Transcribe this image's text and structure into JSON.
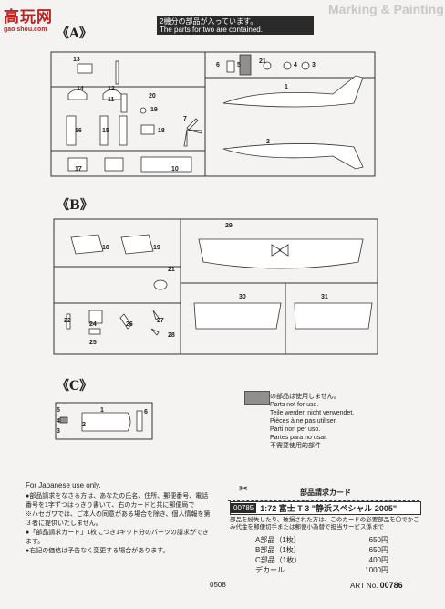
{
  "watermark": {
    "brand": "高玩网",
    "url": "gao.shou.com"
  },
  "header": {
    "notice_jp": "2機分の部品が入っています。",
    "notice_en": "The parts for two are contained.",
    "bg_title": "Marking & Painting"
  },
  "sections": {
    "a": {
      "label": "《A》",
      "parts": [
        "13",
        "14",
        "12",
        "11",
        "20",
        "19",
        "16",
        "15",
        "18",
        "17",
        "10",
        "7",
        "6",
        "5",
        "21",
        "4",
        "3",
        "1",
        "2"
      ]
    },
    "b": {
      "label": "《B》",
      "parts": [
        "18",
        "19",
        "21",
        "22",
        "24",
        "25",
        "26",
        "27",
        "28",
        "29",
        "30",
        "31"
      ]
    },
    "c": {
      "label": "《C》",
      "parts": [
        "5",
        "4",
        "3",
        "2",
        "1",
        "6"
      ]
    }
  },
  "not_used": {
    "jp": "の部品は使用しません。",
    "en": "Parts not for use.",
    "de": "Teile werden nicht verwendet.",
    "fr": "Pièces à ne pas utiliser.",
    "it": "Parti non per uso.",
    "es": "Partes para no usar.",
    "cn": "不需要使用的部件"
  },
  "notes": {
    "title": "For Japanese use only.",
    "items": [
      "●部品請求をなさる方は、あなたの氏名、住所、郵便番号、電話番号を1字ずつはっきり書いて、右のカードと共に郵便局で",
      "※ハセガワでは、ご本人の同意がある場合を除き、個人情報を第３者に提供いたしません。",
      "●「部品請求カード」1枚につき1キット分のパーツの請求ができます。",
      "●右記の価格は予告なく変更する場合があります。"
    ]
  },
  "order_card": {
    "title": "部品請求カード",
    "kit_number": "00785",
    "kit_name": "1:72 富士 T-3 \"静浜スペシャル 2005\"",
    "desc": "部品を紛失したり、破損された方は、このカードの必要部品を〇でかこみ代金を郵便切手または郵便小為替で担当サービス係まで",
    "rows": [
      {
        "label": "A部品（1枚）",
        "price": "650円"
      },
      {
        "label": "B部品（1枚）",
        "price": "650円"
      },
      {
        "label": "C部品（1枚）",
        "price": "400円"
      },
      {
        "label": "デカール",
        "price": "1000円"
      }
    ]
  },
  "footer": {
    "code": "0508",
    "art_label": "ART No.",
    "art_number": "00786"
  }
}
